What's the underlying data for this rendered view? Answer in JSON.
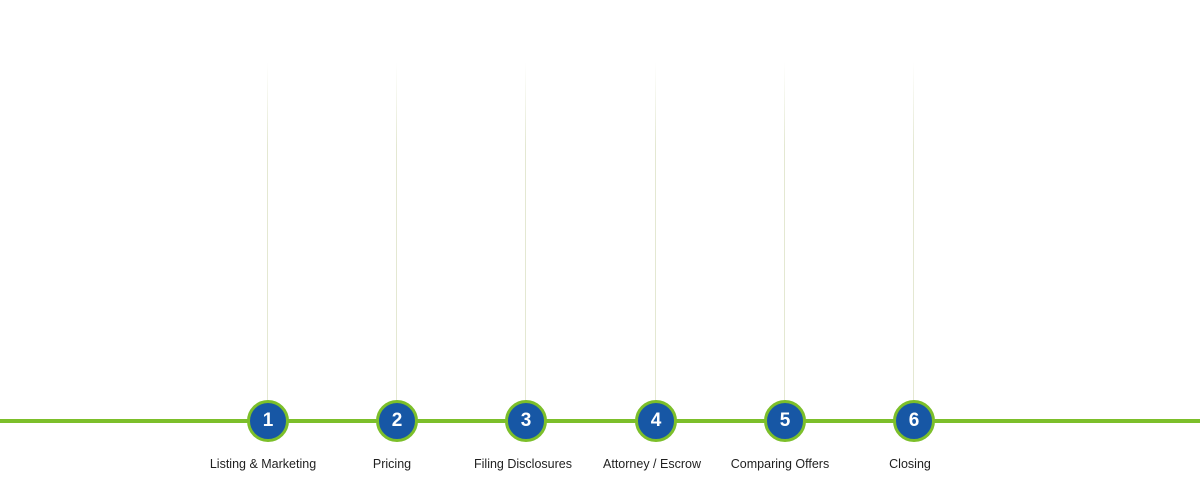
{
  "colors": {
    "track": "#7cbf2a",
    "node_fill": "#1757a5",
    "node_ring": "#7cbf2a",
    "guide": "#e4e8d2",
    "label_text": "#1f1f1f"
  },
  "steps": [
    {
      "number": "1",
      "label": "Listing & Marketing"
    },
    {
      "number": "2",
      "label": "Pricing"
    },
    {
      "number": "3",
      "label": "Filing Disclosures"
    },
    {
      "number": "4",
      "label": "Attorney / Escrow"
    },
    {
      "number": "5",
      "label": "Comparing Offers"
    },
    {
      "number": "6",
      "label": "Closing"
    }
  ]
}
